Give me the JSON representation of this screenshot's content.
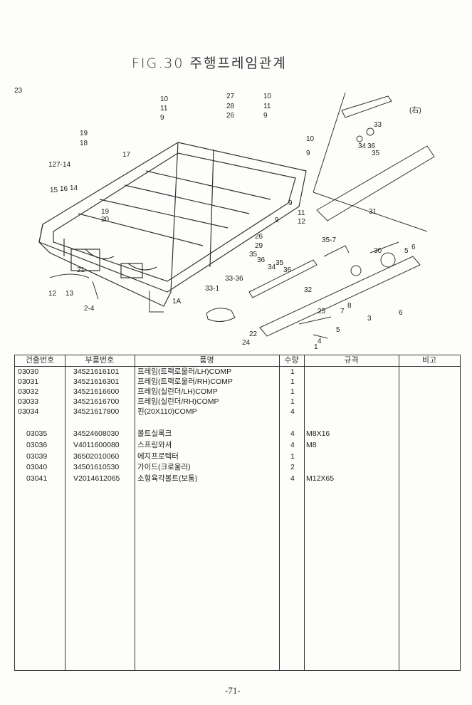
{
  "title": "FIG.30 주행프레임관계",
  "diagram": {
    "side_label": "(右)",
    "callouts": [
      "10",
      "11",
      "9",
      "27",
      "28",
      "26",
      "10",
      "11",
      "9",
      "10",
      "9",
      "19",
      "18",
      "17",
      "127-14",
      "15",
      "16",
      "14",
      "19",
      "20",
      "9",
      "11",
      "12",
      "9",
      "26",
      "29",
      "33",
      "34",
      "36",
      "35",
      "31",
      "35-7",
      "30",
      "5",
      "6",
      "35",
      "36",
      "34",
      "35",
      "36",
      "32",
      "33-36",
      "33-1",
      "12",
      "13",
      "21",
      "2-4",
      "1A",
      "8",
      "7",
      "25",
      "3",
      "6",
      "5",
      "4",
      "1",
      "22",
      "24",
      "23"
    ]
  },
  "table": {
    "headers": [
      "건출번호",
      "부품번호",
      "품명",
      "수량",
      "규격",
      "비고"
    ],
    "rows": [
      {
        "ref": "03030",
        "part": "34521616101",
        "name": "프레임(트랙로울러/LH)COMP",
        "qty": "1",
        "spec": ""
      },
      {
        "ref": "03031",
        "part": "34521616301",
        "name": "프레임(트랙로울러/RH)COMP",
        "qty": "1",
        "spec": ""
      },
      {
        "ref": "03032",
        "part": "34521616600",
        "name": "프레임(실린더/LH)COMP",
        "qty": "1",
        "spec": ""
      },
      {
        "ref": "03033",
        "part": "34521616700",
        "name": "프레임(실린더/RH)COMP",
        "qty": "1",
        "spec": ""
      },
      {
        "ref": "03034",
        "part": "34521617800",
        "name": "핀(20X110)COMP",
        "qty": "4",
        "spec": ""
      },
      {
        "ref": "03035",
        "part": "34524608030",
        "name": "볼트실록크",
        "qty": "4",
        "spec": "M8X16"
      },
      {
        "ref": "03036",
        "part": "V4011600080",
        "name": "스프링와셔",
        "qty": "4",
        "spec": "M8"
      },
      {
        "ref": "03039",
        "part": "36502010060",
        "name": "에지프로텍터",
        "qty": "1",
        "spec": ""
      },
      {
        "ref": "03040",
        "part": "34501610530",
        "name": "가이드(크로울러)",
        "qty": "2",
        "spec": ""
      },
      {
        "ref": "03041",
        "part": "V2014612065",
        "name": "소형육각볼트(보통)",
        "qty": "4",
        "spec": "M12X65"
      }
    ]
  },
  "page_number": "-71-"
}
